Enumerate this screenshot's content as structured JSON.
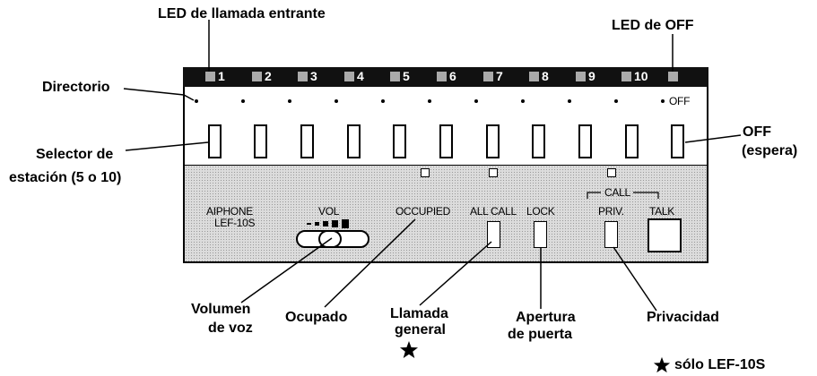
{
  "callouts": {
    "led_incoming": "LED de llamada entrante",
    "led_off": "LED de OFF",
    "directory": "Directorio",
    "station_selector_1": "Selector de",
    "station_selector_2": "estación (5 o 10)",
    "off_1": "OFF",
    "off_2": "(espera)",
    "volume_1": "Volumen",
    "volume_2": "de voz",
    "occupied": "Ocupado",
    "all_call_1": "Llamada",
    "all_call_2": "general",
    "door_1": "Apertura",
    "door_2": "de puerta",
    "privacy": "Privacidad",
    "note": "sólo LEF-10S"
  },
  "device": {
    "led_numbers": [
      "1",
      "2",
      "3",
      "4",
      "5",
      "6",
      "7",
      "8",
      "9",
      "10"
    ],
    "off_label": "OFF",
    "brand": "AIPHONE",
    "model": "LEF-10S",
    "vol_label": "VOL",
    "occupied_label": "OCCUPIED",
    "all_call_label": "ALL CALL",
    "lock_label": "LOCK",
    "call_label": "CALL",
    "priv_label": "PRIV.",
    "talk_label": "TALK"
  },
  "icons": {
    "star": "star-icon"
  }
}
